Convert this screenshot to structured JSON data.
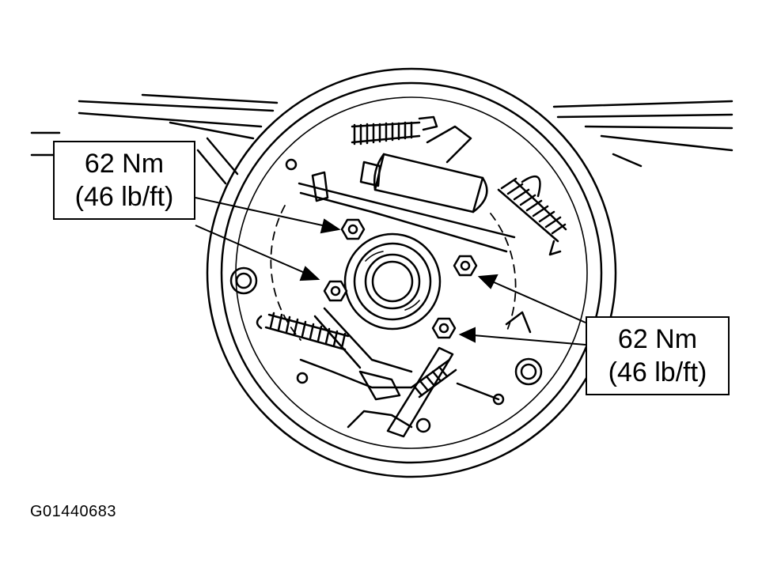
{
  "callouts": {
    "left": {
      "line1": "62 Nm",
      "line2": "(46 lb/ft)"
    },
    "right": {
      "line1": "62 Nm",
      "line2": "(46 lb/ft)"
    }
  },
  "figure_id": "G01440683",
  "icons": [
    "rear-drum-brake-backing-plate-drawing",
    "mounting-nut",
    "leader-arrow"
  ]
}
